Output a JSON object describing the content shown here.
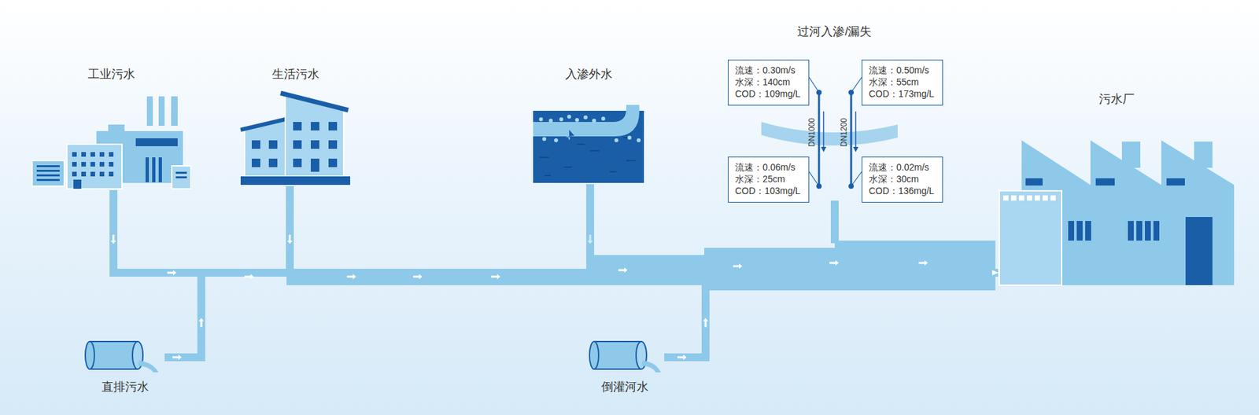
{
  "diagram": {
    "nodes": [
      {
        "text": [
          "工业污水"
        ]
      },
      {
        "text": [
          "生活污水"
        ]
      },
      {
        "text": [
          "入渗外水"
        ]
      },
      {
        "text": [
          "流速：0.30m/s",
          "水深：140cm",
          "COD：109mg/L"
        ]
      },
      {
        "text": [
          "流速：0.50m/s",
          "水深：55cm",
          "COD：173mg/L"
        ]
      },
      {
        "text": [
          "污水厂"
        ]
      },
      {
        "text": [
          "流速：0.06m/s",
          "水深：25cm",
          "COD：103mg/L"
        ]
      },
      {
        "text": [
          "流速：0.02m/s",
          "水深：30cm",
          "COD：136mg/L"
        ]
      },
      {
        "text": [
          "直排污水"
        ]
      },
      {
        "text": [
          "倒灌河水"
        ]
      }
    ],
    "edges": [
      {
        "from": 0,
        "to": 5,
        "arrow": "to"
      },
      {
        "from": 1,
        "to": 5,
        "arrow": "to"
      },
      {
        "from": 2,
        "to": 5,
        "arrow": "to"
      },
      {
        "from": 8,
        "to": 5,
        "arrow": "to"
      },
      {
        "from": 9,
        "to": 5,
        "arrow": "to"
      }
    ],
    "labels": [
      "过河入渗/漏失",
      "DN1000",
      "DN1200"
    ]
  }
}
